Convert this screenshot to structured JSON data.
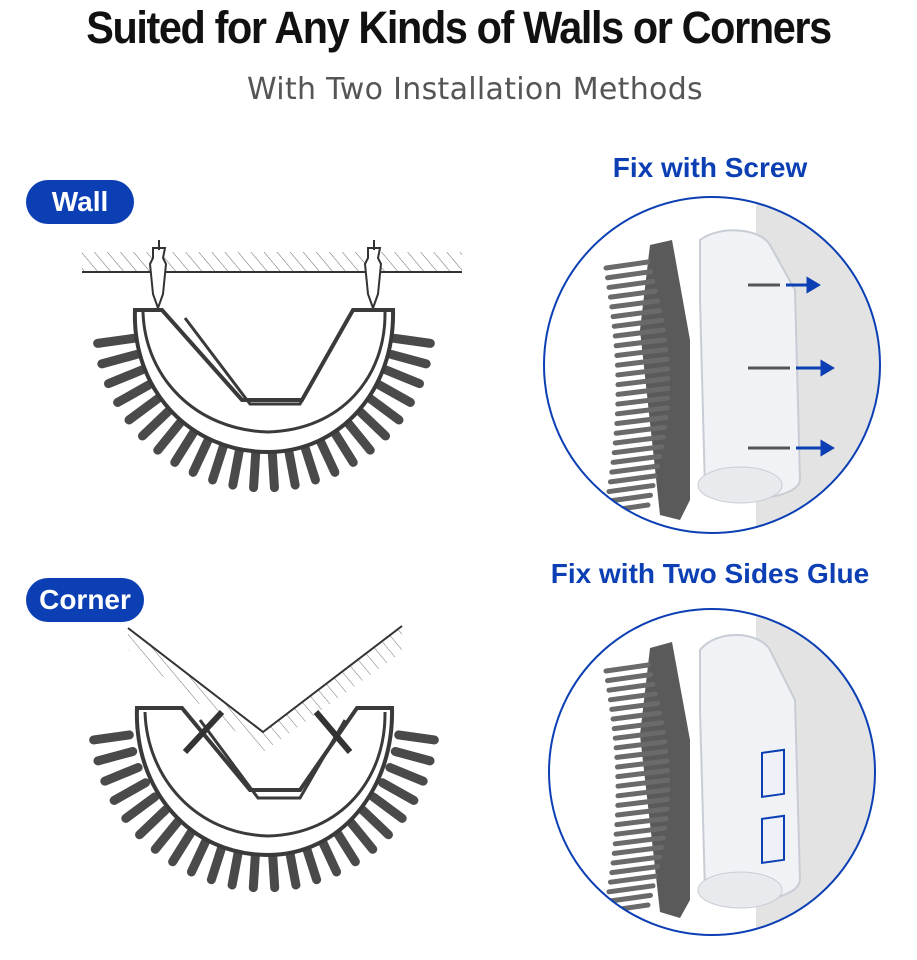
{
  "header": {
    "title": "Suited for Any Kinds of Walls or Corners",
    "subtitle": "With Two Installation Methods"
  },
  "left_panel": {
    "wall_label": "Wall",
    "corner_label": "Corner"
  },
  "right_panel": {
    "method_screw": "Fix with Screw",
    "method_glue": "Fix with Two Sides Glue"
  },
  "colors": {
    "accent": "#0b3fb3",
    "product_gray": "#5f5f5f",
    "line_dark": "#3a3a3a"
  },
  "icons": [
    "screw-icon",
    "arrow-right-icon",
    "glue-pad-icon"
  ]
}
